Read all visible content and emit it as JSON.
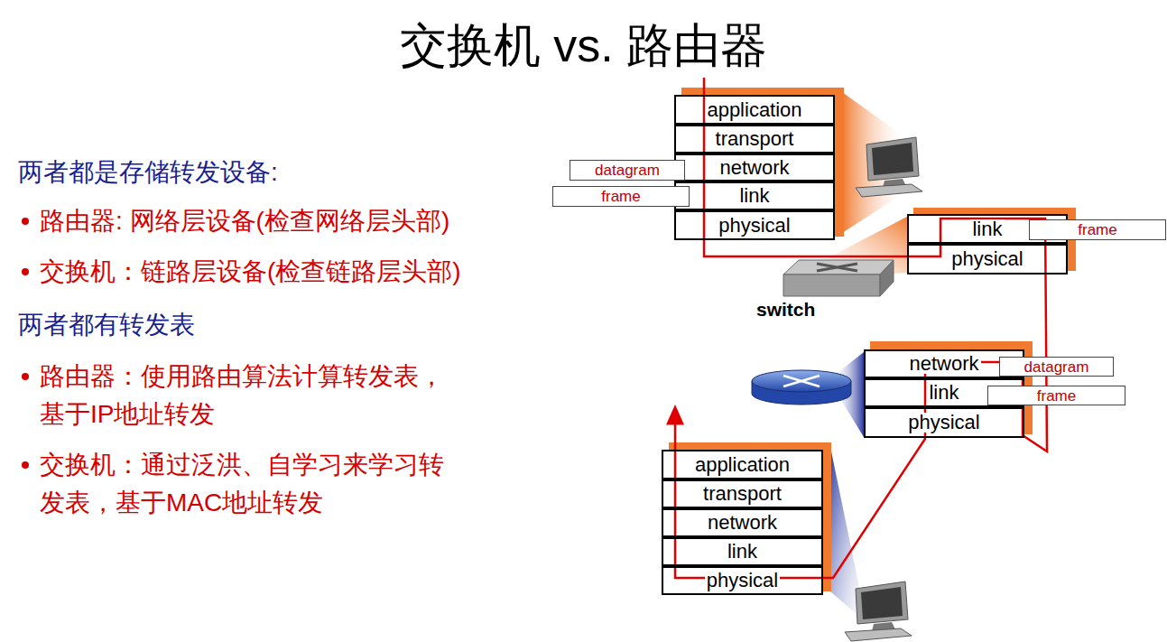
{
  "diagram": {
    "title": "交换机 vs. 路由器",
    "nodes": [
      {
        "text": [
          "application"
        ]
      },
      {
        "text": [
          "transport"
        ]
      },
      {
        "text": [
          "network"
        ]
      },
      {
        "text": [
          "link"
        ]
      },
      {
        "text": [
          "physical"
        ]
      },
      {
        "text": [
          "datagram"
        ]
      },
      {
        "text": [
          "frame"
        ]
      },
      {
        "text": [
          "link"
        ]
      },
      {
        "text": [
          "physical"
        ]
      },
      {
        "text": [
          "frame"
        ]
      },
      {
        "text": [
          "network"
        ]
      },
      {
        "text": [
          "link"
        ]
      },
      {
        "text": [
          "physical"
        ]
      },
      {
        "text": [
          "datagram"
        ]
      },
      {
        "text": [
          "frame"
        ]
      },
      {
        "text": [
          "application"
        ]
      },
      {
        "text": [
          "transport"
        ]
      },
      {
        "text": [
          "network"
        ]
      },
      {
        "text": [
          "link"
        ]
      },
      {
        "text": [
          "physical"
        ]
      }
    ],
    "labels": [
      "两者都是存储转发设备:",
      "路由器: 网络层设备(检查网络层头部)",
      "交换机：链路层设备(检查链路层头部)",
      "两者都有转发表",
      "路由器：使用路由算法计算转发表， 基于IP地址转发",
      "交换机：通过泛洪、自学习来学习转 发表，基于MAC地址转发",
      "switch"
    ]
  }
}
